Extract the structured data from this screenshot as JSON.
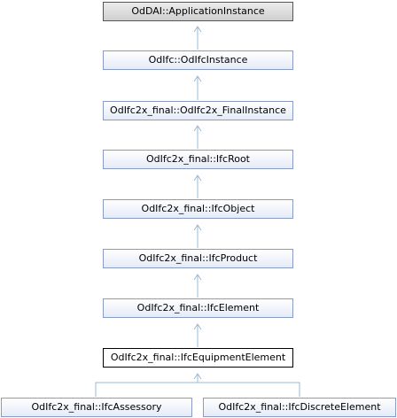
{
  "diagram": {
    "nodes": {
      "application_instance": "OdDAI::ApplicationInstance",
      "odifc_instance": "OdIfc::OdIfcInstance",
      "final_instance": "OdIfc2x_final::OdIfc2x_FinalInstance",
      "ifc_root": "OdIfc2x_final::IfcRoot",
      "ifc_object": "OdIfc2x_final::IfcObject",
      "ifc_product": "OdIfc2x_final::IfcProduct",
      "ifc_element": "OdIfc2x_final::IfcElement",
      "ifc_equipment_element": "OdIfc2x_final::IfcEquipmentElement",
      "ifc_assessory": "OdIfc2x_final::IfcAssessory",
      "ifc_discrete_element": "OdIfc2x_final::IfcDiscreteElement"
    },
    "colors": {
      "edge": "#9ab8d6",
      "node_border": "#8a9bc4",
      "current_border": "#000000"
    }
  }
}
